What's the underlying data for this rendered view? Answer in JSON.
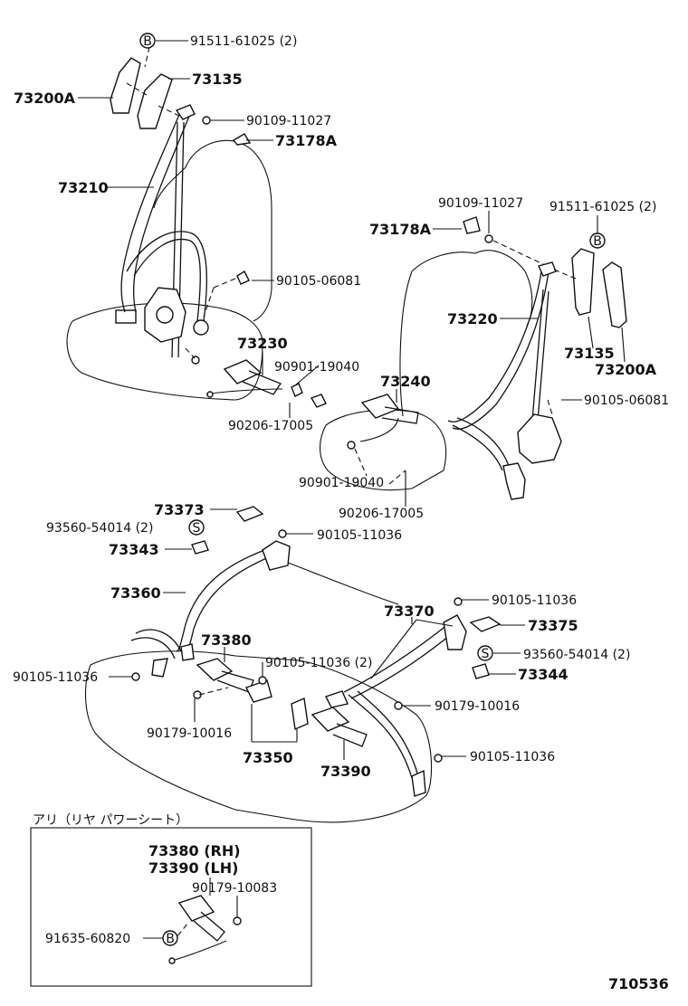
{
  "labels": {
    "l_91511_top": "91511-61025 (2)",
    "l_73135_top": "73135",
    "l_73200A_top": "73200A",
    "l_90109_top": "90109-11027",
    "l_73178A_top": "73178A",
    "l_73210": "73210",
    "l_90105_06081_l": "90105-06081",
    "l_73230": "73230",
    "l_90901_top": "90901-19040",
    "l_90206_top": "90206-17005",
    "l_90109_r": "90109-11027",
    "l_91511_r": "91511-61025 (2)",
    "l_73178A_r": "73178A",
    "l_73220": "73220",
    "l_73135_r": "73135",
    "l_73200A_r": "73200A",
    "l_90105_06081_r": "90105-06081",
    "l_73240": "73240",
    "l_90901_mid": "90901-19040",
    "l_90206_mid": "90206-17005",
    "l_73373": "73373",
    "l_93560_l": "93560-54014 (2)",
    "l_73343": "73343",
    "l_90105_11036_a": "90105-11036",
    "l_73360": "73360",
    "l_73370": "73370",
    "l_90105_11036_b": "90105-11036",
    "l_73375": "73375",
    "l_73380": "73380",
    "l_90105_11036_2": "90105-11036 (2)",
    "l_93560_r": "93560-54014 (2)",
    "l_73344": "73344",
    "l_90105_11036_c": "90105-11036",
    "l_90179_r": "90179-10016",
    "l_90179_l": "90179-10016",
    "l_73350": "73350",
    "l_73390": "73390",
    "l_90105_11036_d": "90105-11036",
    "inset_title": "アリ（リヤ パワーシート）",
    "l_73380_rh": "73380 (RH)",
    "l_73390_lh": "73390 (LH)",
    "l_90179_10083": "90179-10083",
    "l_91635": "91635-60820",
    "diagram_code": "710536"
  },
  "markers": {
    "B": "B",
    "S": "S"
  }
}
